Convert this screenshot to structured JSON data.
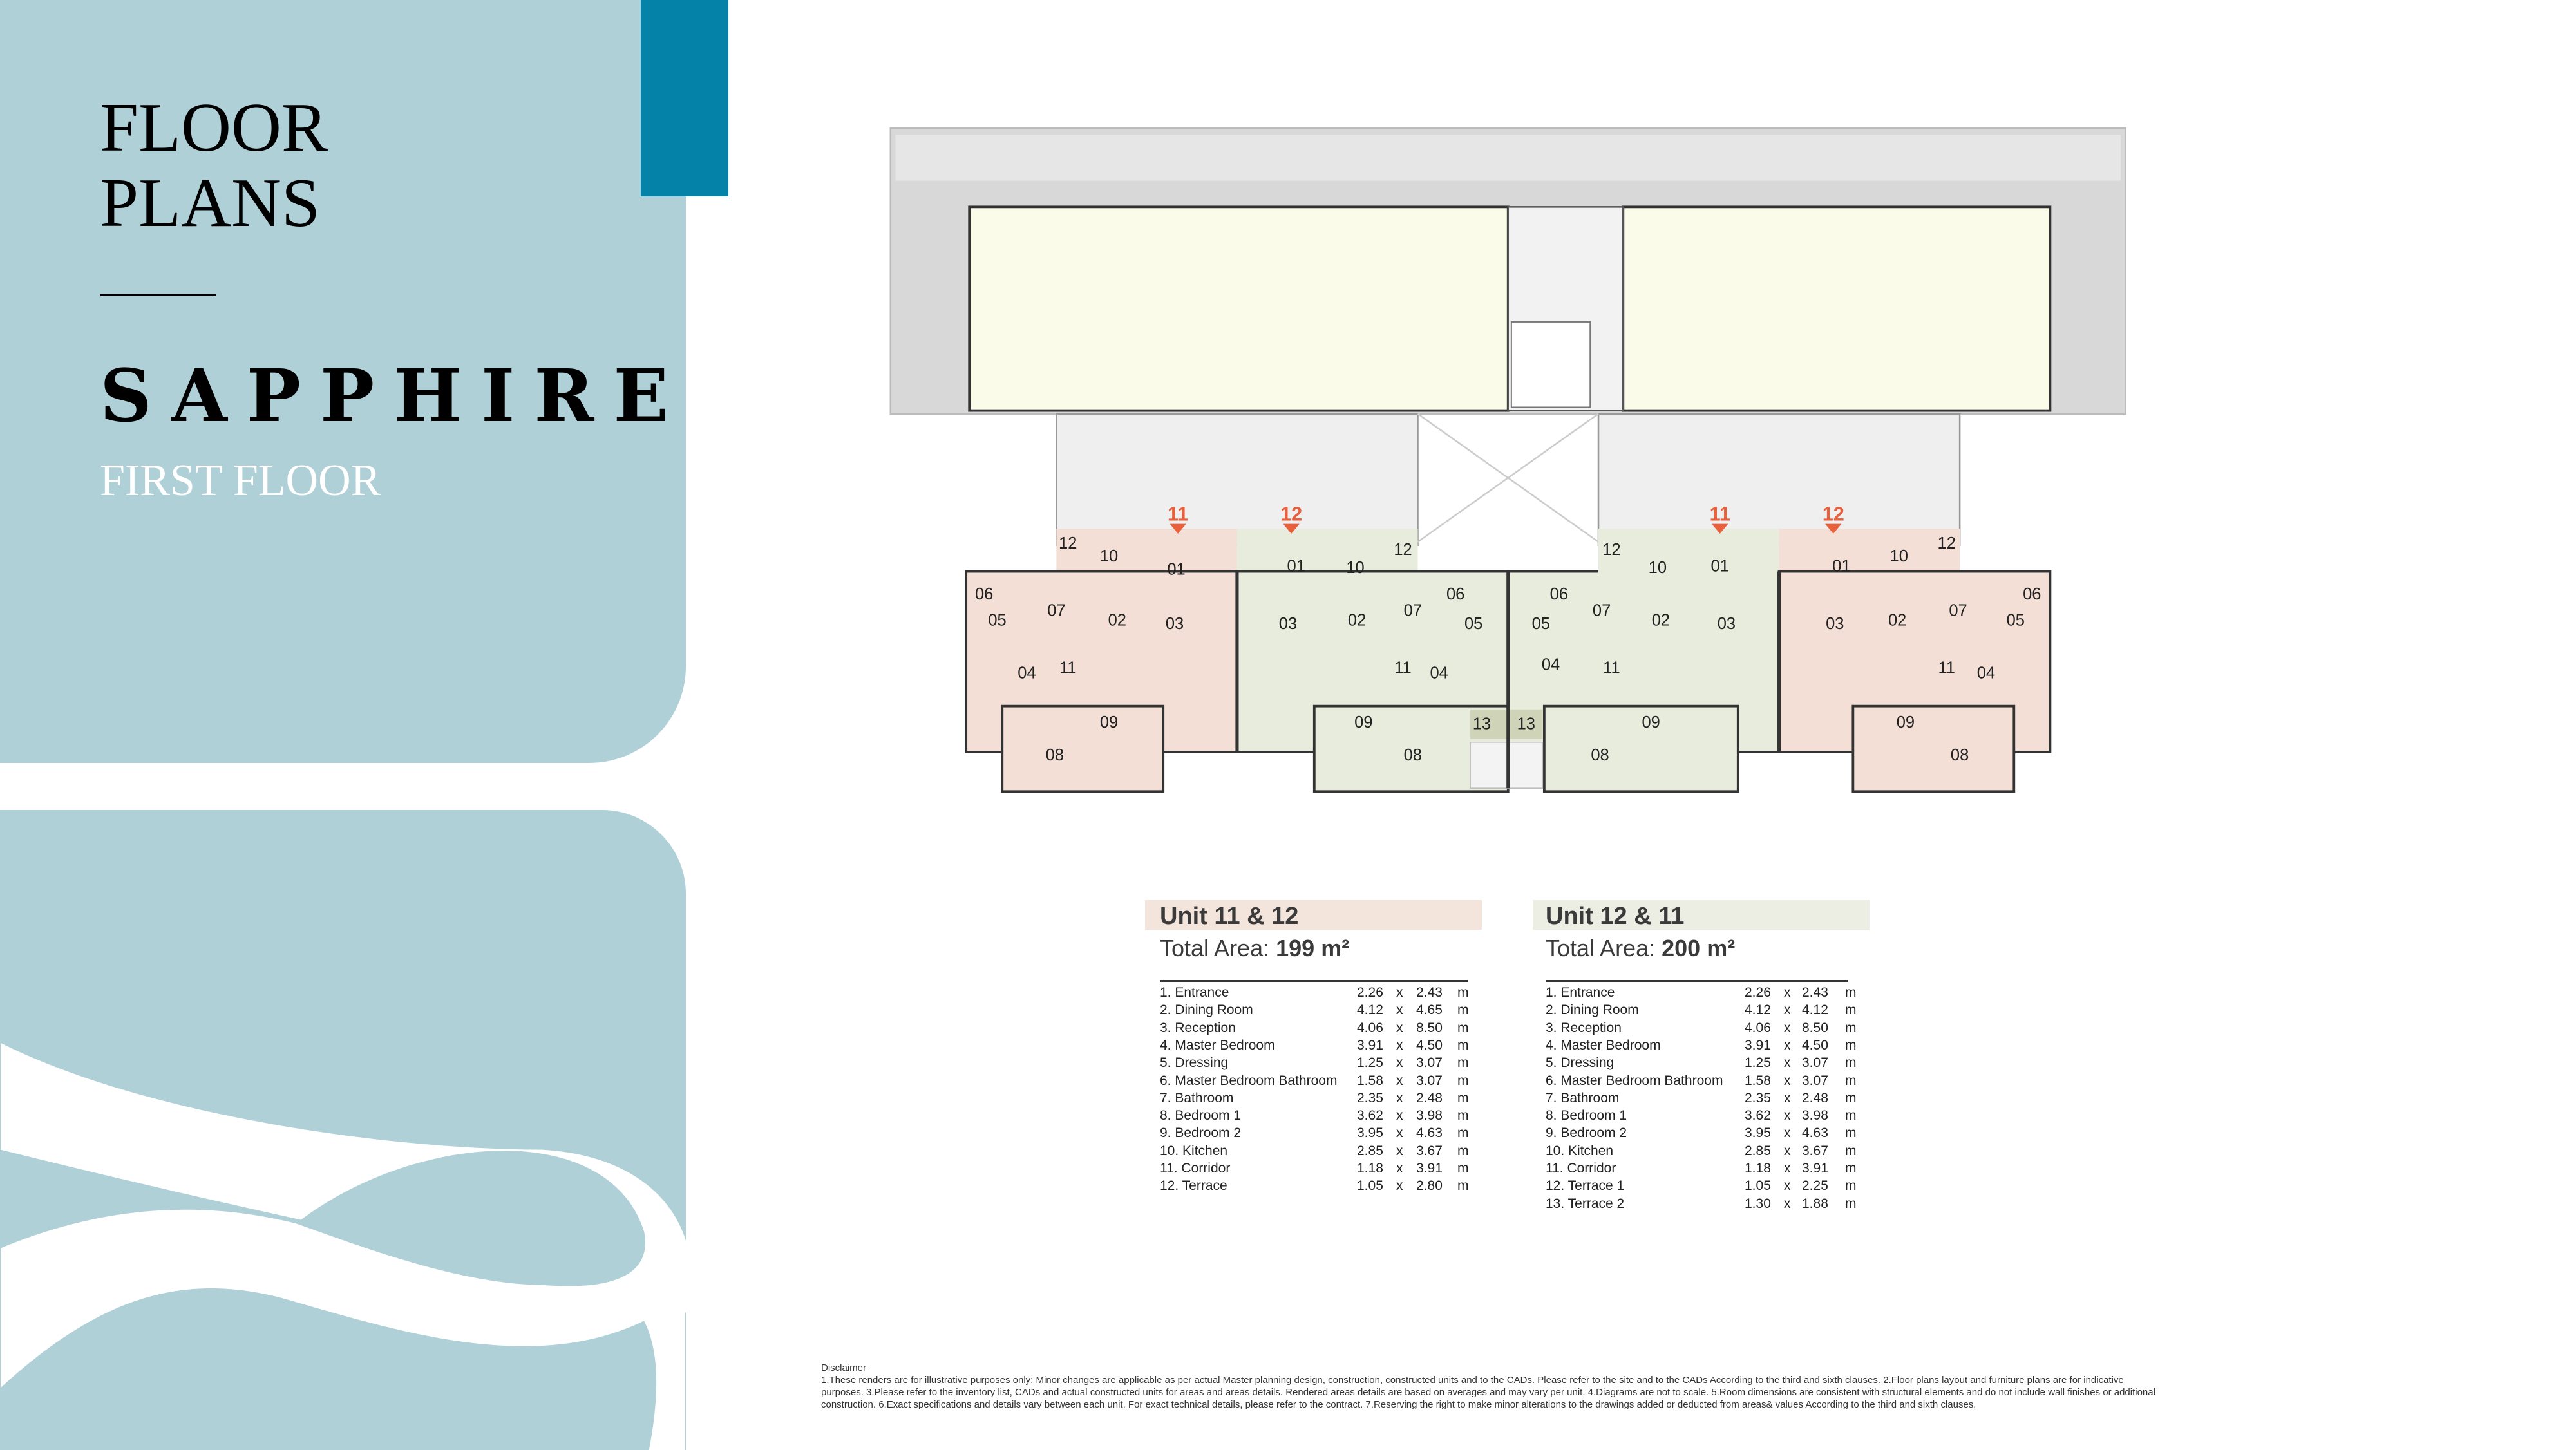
{
  "sidebar": {
    "title_line1": "FLOOR",
    "title_line2": "PLANS",
    "project": "SAPPHIRE",
    "floor": "FIRST FLOOR"
  },
  "colors": {
    "panel": "#b0d0d8",
    "accent": "#0582a8",
    "unit_a": "#f3dfd6",
    "unit_b": "#e8ecdc",
    "marker": "#e8603c"
  },
  "plan": {
    "markers": [
      "11",
      "12",
      "11",
      "12"
    ],
    "rooms": [
      "12",
      "10",
      "01",
      "06",
      "05",
      "07",
      "02",
      "03",
      "04",
      "11",
      "09",
      "08",
      "01",
      "10",
      "12",
      "03",
      "02",
      "07",
      "06",
      "05",
      "11",
      "04",
      "09",
      "08",
      "13",
      "13",
      "06",
      "05",
      "04",
      "07",
      "11",
      "02",
      "03",
      "09",
      "08",
      "01",
      "10",
      "12",
      "01",
      "10",
      "12",
      "03",
      "02",
      "07",
      "06",
      "05",
      "11",
      "04",
      "09",
      "08"
    ]
  },
  "units": [
    {
      "title": "Unit 11 & 12",
      "area_label": "Total Area:",
      "area_value": "199 m²",
      "rooms": [
        {
          "name": "1. Entrance",
          "w": "2.26",
          "x": "x",
          "h": "2.43",
          "u": "m"
        },
        {
          "name": "2. Dining Room",
          "w": "4.12",
          "x": "x",
          "h": "4.65",
          "u": "m"
        },
        {
          "name": "3. Reception",
          "w": "4.06",
          "x": "x",
          "h": "8.50",
          "u": "m"
        },
        {
          "name": "4. Master Bedroom",
          "w": "3.91",
          "x": "x",
          "h": "4.50",
          "u": "m"
        },
        {
          "name": "5. Dressing",
          "w": "1.25",
          "x": "x",
          "h": "3.07",
          "u": "m"
        },
        {
          "name": "6. Master Bedroom Bathroom",
          "w": "1.58",
          "x": "x",
          "h": "3.07",
          "u": "m"
        },
        {
          "name": "7. Bathroom",
          "w": "2.35",
          "x": "x",
          "h": "2.48",
          "u": "m"
        },
        {
          "name": "8. Bedroom 1",
          "w": "3.62",
          "x": "x",
          "h": "3.98",
          "u": "m"
        },
        {
          "name": "9. Bedroom 2",
          "w": "3.95",
          "x": "x",
          "h": "4.63",
          "u": "m"
        },
        {
          "name": "10. Kitchen",
          "w": "2.85",
          "x": "x",
          "h": "3.67",
          "u": "m"
        },
        {
          "name": "11. Corridor",
          "w": "1.18",
          "x": "x",
          "h": "3.91",
          "u": "m"
        },
        {
          "name": "12. Terrace",
          "w": "1.05",
          "x": "x",
          "h": "2.80",
          "u": "m"
        }
      ]
    },
    {
      "title": "Unit 12 & 11",
      "area_label": "Total Area:",
      "area_value": "200 m²",
      "rooms": [
        {
          "name": "1. Entrance",
          "w": "2.26",
          "x": "x",
          "h": "2.43",
          "u": "m"
        },
        {
          "name": "2. Dining Room",
          "w": "4.12",
          "x": "x",
          "h": "4.12",
          "u": "m"
        },
        {
          "name": "3. Reception",
          "w": "4.06",
          "x": "x",
          "h": "8.50",
          "u": "m"
        },
        {
          "name": "4. Master Bedroom",
          "w": "3.91",
          "x": "x",
          "h": "4.50",
          "u": "m"
        },
        {
          "name": "5. Dressing",
          "w": "1.25",
          "x": "x",
          "h": "3.07",
          "u": "m"
        },
        {
          "name": "6. Master Bedroom Bathroom",
          "w": "1.58",
          "x": "x",
          "h": "3.07",
          "u": "m"
        },
        {
          "name": "7. Bathroom",
          "w": "2.35",
          "x": "x",
          "h": "2.48",
          "u": "m"
        },
        {
          "name": "8. Bedroom 1",
          "w": "3.62",
          "x": "x",
          "h": "3.98",
          "u": "m"
        },
        {
          "name": "9. Bedroom 2",
          "w": "3.95",
          "x": "x",
          "h": "4.63",
          "u": "m"
        },
        {
          "name": "10. Kitchen",
          "w": "2.85",
          "x": "x",
          "h": "3.67",
          "u": "m"
        },
        {
          "name": "11. Corridor",
          "w": "1.18",
          "x": "x",
          "h": "3.91",
          "u": "m"
        },
        {
          "name": "12. Terrace 1",
          "w": "1.05",
          "x": "x",
          "h": "2.25",
          "u": "m"
        },
        {
          "name": "13. Terrace 2",
          "w": "1.30",
          "x": "x",
          "h": "1.88",
          "u": "m"
        }
      ]
    }
  ],
  "disclaimer": {
    "heading": "Disclaimer",
    "text": "1.These renders are for illustrative purposes only; Minor changes are applicable as per actual Master planning design, construction, constructed units and to the CADs. Please refer to the site and to the CADs According to the third and sixth clauses. 2.Floor plans layout and furniture plans are for indicative purposes. 3.Please refer to the inventory list, CADs and actual constructed units for areas and areas details. Rendered areas details are based on averages and may vary per unit. 4.Diagrams are not to scale. 5.Room dimensions are consistent with structural elements and do not include wall finishes or additional construction. 6.Exact specifications and details vary between each unit. For exact technical details, please refer to the contract. 7.Reserving the right to make minor alterations to the drawings  added or deducted from areas& values According to the third and sixth clauses."
  }
}
